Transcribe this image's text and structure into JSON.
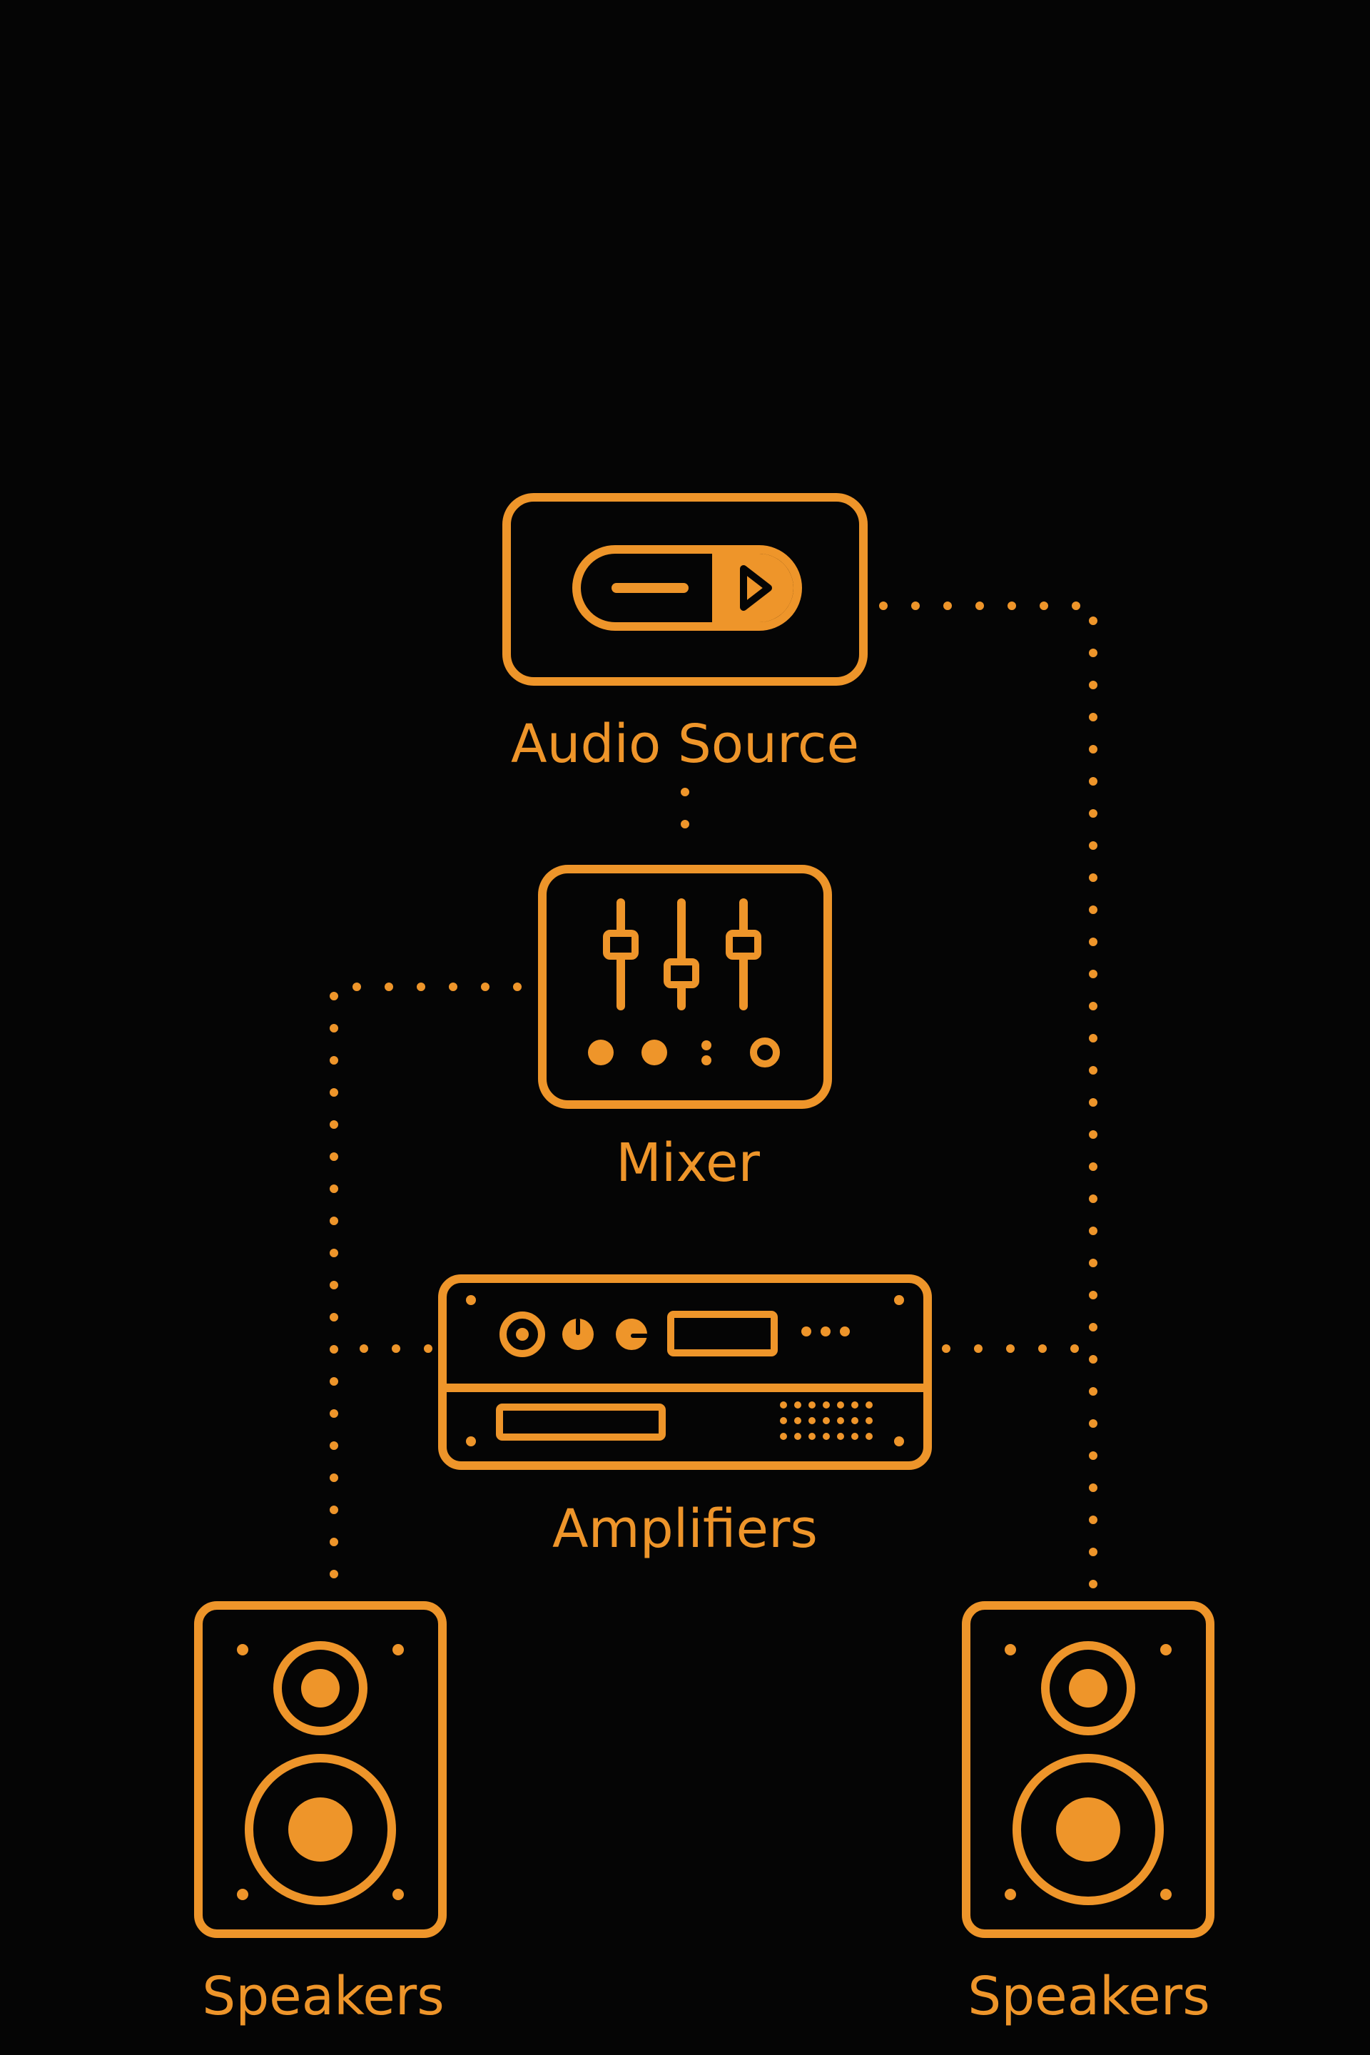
{
  "colors": {
    "background": "#050505",
    "accent": "#EE952A"
  },
  "nodes": {
    "audio_source": {
      "label": "Audio Source",
      "icon": "audio-player-icon"
    },
    "mixer": {
      "label": "Mixer",
      "icon": "mixer-faders-icon"
    },
    "amplifiers": {
      "label": "Amplifiers",
      "icon": "amplifier-rack-icon"
    },
    "speaker_left": {
      "label": "Speakers",
      "icon": "speaker-icon"
    },
    "speaker_right": {
      "label": "Speakers",
      "icon": "speaker-icon"
    }
  },
  "connections": [
    {
      "from": "audio_source",
      "to": "mixer"
    },
    {
      "from": "audio_source",
      "to": "speaker_right"
    },
    {
      "from": "mixer",
      "to": "speaker_left"
    },
    {
      "from": "amplifiers",
      "to": "speaker_left"
    },
    {
      "from": "amplifiers",
      "to": "speaker_right"
    }
  ]
}
